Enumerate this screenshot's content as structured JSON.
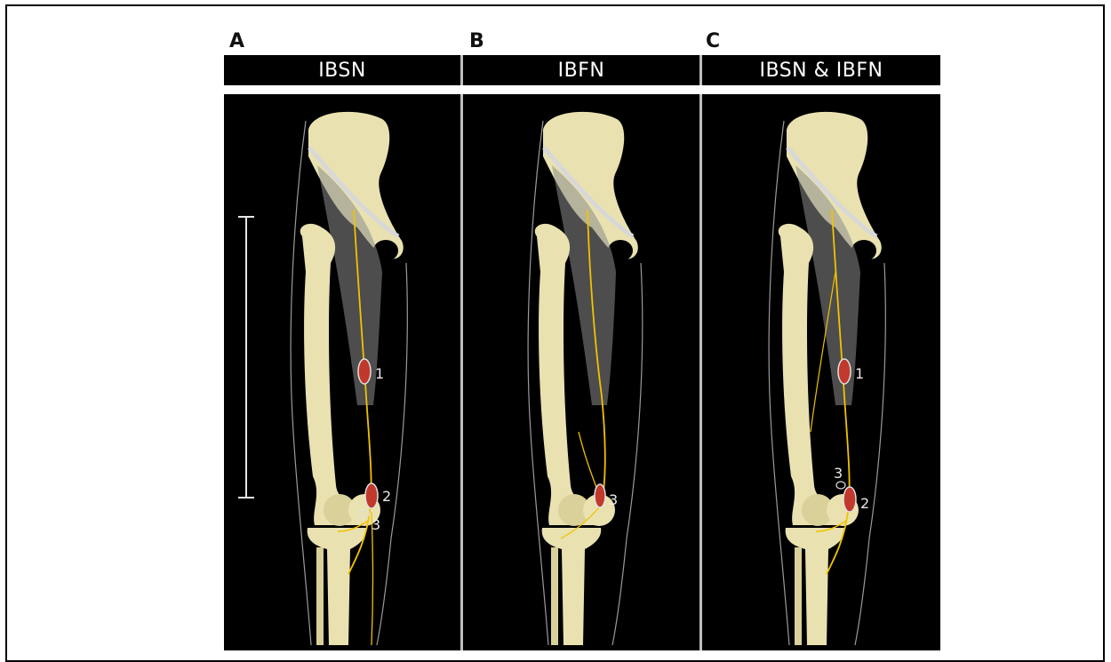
{
  "panels": [
    {
      "letter": "A",
      "title": "IBSN",
      "labels": [
        "1",
        "2",
        "3"
      ]
    },
    {
      "letter": "B",
      "title": "IBFN",
      "labels": [
        "3"
      ]
    },
    {
      "letter": "C",
      "title": "IBSN & IBFN",
      "labels": [
        "1",
        "3",
        "2"
      ]
    }
  ],
  "colors": {
    "background": "#000000",
    "bone": "#e9e2b0",
    "nerve": "#f2c200",
    "muscle": "#8c8c8c",
    "marker": "#c0392b",
    "header_text": "#ffffff"
  }
}
